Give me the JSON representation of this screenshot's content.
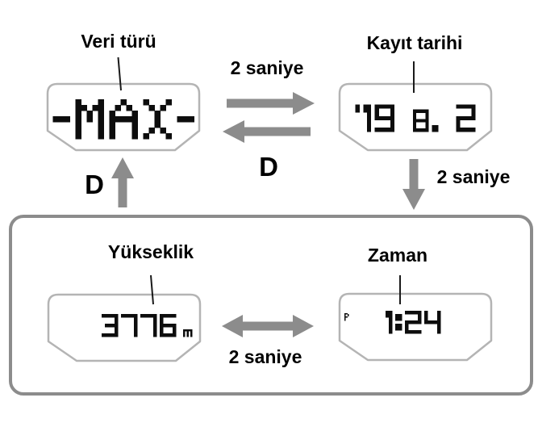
{
  "diagram": {
    "displays": {
      "data_type": {
        "label": "Veri türü",
        "value": "-MAX-"
      },
      "record_date": {
        "label": "Kayıt tarihi",
        "year": "'19",
        "month": "8.",
        "day": "2"
      },
      "altitude": {
        "label": "Yükseklik",
        "value": "3776",
        "unit": "m"
      },
      "time": {
        "label": "Zaman",
        "indicator": "P",
        "value": "1:24"
      }
    },
    "labels": {
      "transition": "2 saniye",
      "button": "D"
    },
    "colors": {
      "arrow": "#8c8c8c",
      "container_border": "#8c8c8c",
      "display_border": "#b4b4b4",
      "text": "#000000",
      "lcd": "#0d0d0d"
    }
  }
}
